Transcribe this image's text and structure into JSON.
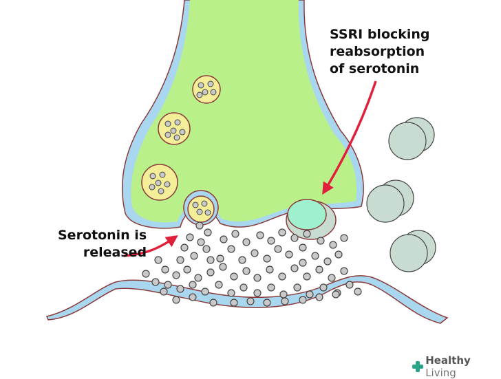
{
  "labels": {
    "ssri_line1": "SSRI blocking",
    "ssri_line2": "reabsorption",
    "ssri_line3": "of serotonin",
    "release_line1": "Serotonin is",
    "release_line2": "released"
  },
  "watermark": {
    "brand_bold": "Healthy",
    "brand_thin": " Living"
  },
  "colors": {
    "neuron_fill": "#b9f08a",
    "membrane_blue": "#a9d7ef",
    "outline": "#8b3a3a",
    "vesicle_fill": "#f4ee98",
    "serotonin_fill": "#c9c9c9",
    "receptor_fill": "#c9dcd2",
    "ssri_fill": "#9ff0cf",
    "arrow_red": "#e0203a"
  }
}
